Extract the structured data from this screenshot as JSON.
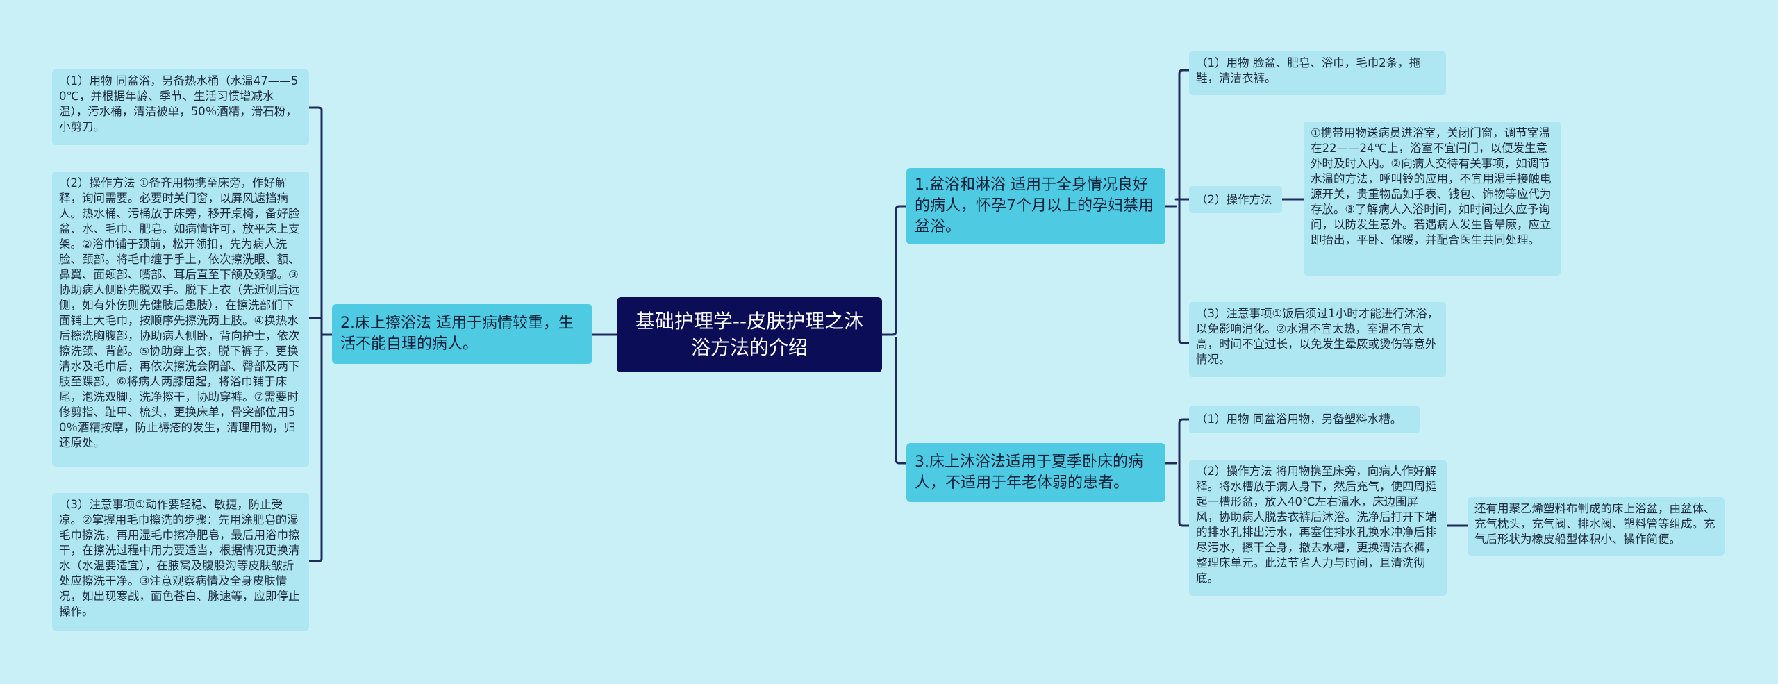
{
  "root": {
    "title": "基础护理学--皮肤护理之沐浴方法的介绍"
  },
  "left": {
    "branch": {
      "label": "2.床上擦浴法 适用于病情较重，生活不能自理的病人。"
    },
    "items": [
      {
        "text": "（1）用物 同盆浴，另备热水桶（水温47——50℃，并根据年龄、季节、生活习惯增减水温），污水桶，清洁被单，50％酒精，滑石粉，小剪刀。"
      },
      {
        "text": "（2）操作方法 ①备齐用物携至床旁，作好解释，询问需要。必要时关门窗，以屏风遮挡病人。热水桶、污桶放于床旁，移开桌椅，备好脸盆、水、毛巾、肥皂。如病情许可，放平床上支架。②浴巾铺于颈前，松开领扣，先为病人洗脸、颈部。将毛巾缠于手上，依次擦洗眼、额、鼻翼、面颊部、嘴部、耳后直至下颌及颈部。③协助病人侧卧先脱双手。脱下上衣（先近侧后远侧，如有外伤则先健肢后患肢），在擦洗部们下面铺上大毛巾，按顺序先擦洗两上肢。④换热水后擦洗胸腹部，协助病人侧卧，背向护士，依次擦洗颈、背部。⑤协助穿上衣，脱下裤子，更换清水及毛巾后，再依次擦洗会阴部、臀部及两下肢至踝部。⑥将病人两膝屈起，将浴巾铺于床尾，泡洗双脚，洗净擦干，协助穿裤。⑦需要时修剪指、趾甲、梳头，更换床单，骨突部位用50％酒精按摩，防止褥疮的发生，清理用物，归还原处。"
      },
      {
        "text": "（3）注意事项①动作要轻稳、敏捷，防止受凉。②掌握用毛巾擦洗的步骤：先用涂肥皂的湿毛巾擦洗，再用湿毛巾擦净肥皂，最后用浴巾擦干，在擦洗过程中用力要适当，根据情况更换清水（水温要适宜），在腋窝及腹股沟等皮肤皱折处应擦洗干净。③注意观察病情及全身皮肤情况，如出现寒战，面色苍白、脉速等，应即停止操作。"
      }
    ]
  },
  "right_top": {
    "branch": {
      "label": "1.盆浴和淋浴 适用于全身情况良好的病人，怀孕7个月以上的孕妇禁用盆浴。"
    },
    "items": [
      {
        "text": "（1）用物 脸盆、肥皂、浴巾，毛巾2条，拖鞋，清洁衣裤。"
      },
      {
        "text": "（2）操作方法"
      },
      {
        "text": "（3）注意事项①饭后须过1小时才能进行沐浴，以免影响消化。②水温不宜太热，室温不宜太高，时间不宜过长，以免发生晕厥或烫伤等意外情况。"
      }
    ],
    "detail": {
      "text": "①携带用物送病员进浴室，关闭门窗，调节室温在22——24℃上，浴室不宜闩门，以便发生意外时及时入内。②向病人交待有关事项，如调节水温的方法，呼叫铃的应用，不宜用湿手接触电源开关，贵重物品如手表、钱包、饰物等应代为存放。③了解病人入浴时间，如时间过久应予询问，以防发生意外。若遇病人发生昏晕厥，应立即抬出，平卧、保暖，并配合医生共同处理。"
    }
  },
  "right_bottom": {
    "branch": {
      "label": "3.床上沐浴法适用于夏季卧床的病人，不适用于年老体弱的患者。"
    },
    "items": [
      {
        "text": "（1）用物 同盆浴用物，另备塑料水槽。"
      },
      {
        "text": "（2）操作方法 将用物携至床旁，向病人作好解释。将水槽放于病人身下，然后充气，使四周挺起一槽形盆，放入40℃左右温水，床边围屏风，协助病人脱去衣裤后沐浴。洗净后打开下端的排水孔排出污水，再塞住排水孔换水冲净后排尽污水，擦干全身，撤去水槽，更换清洁衣裤，整理床单元。此法节省人力与时间，且清洗彻底。"
      }
    ],
    "detail": {
      "text": "还有用聚乙烯塑料布制成的床上浴盆，由盆体、充气枕头，充气阀、排水阀、塑料管等组成。充气后形状为橡皮船型体积小、操作简便。"
    }
  },
  "colors": {
    "background": "#c9f0f6",
    "root": "#0b0e57",
    "branch": "#4ecbe3",
    "leaf": "#aee7f2",
    "line": "#1f2b5c"
  }
}
